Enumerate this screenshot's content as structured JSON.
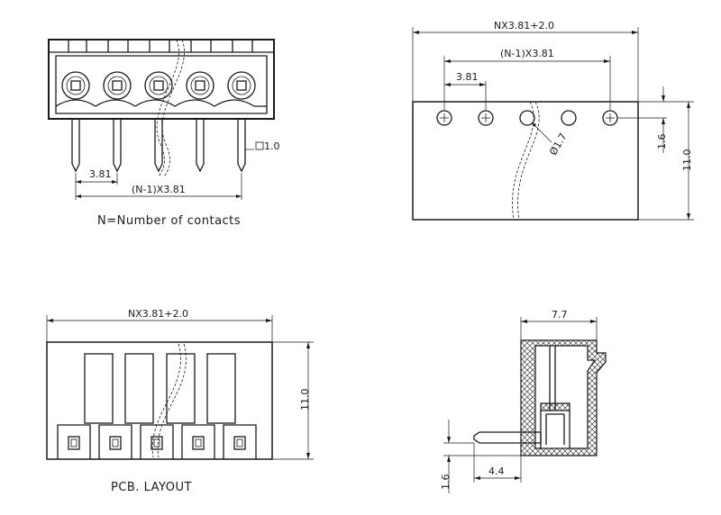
{
  "front_view": {
    "pitch_dim": "3.81",
    "span_dim": "(N-1)X3.81",
    "pin_dim": "1.0",
    "caption": "N=Number of contacts"
  },
  "top_view": {
    "overall_dim": "NX3.81+2.0",
    "span_dim": "(N-1)X3.81",
    "pitch_dim": "3.81",
    "hole_dim": "Ø1.7",
    "offset_dim": "1.6",
    "height_dim": "11.0"
  },
  "pcb_view": {
    "overall_dim": "NX3.81+2.0",
    "height_dim": "11.0",
    "caption": "PCB. LAYOUT"
  },
  "side_view": {
    "depth_dim": "7.7",
    "pin_len_dim": "4.4",
    "offset_dim": "1.6"
  }
}
